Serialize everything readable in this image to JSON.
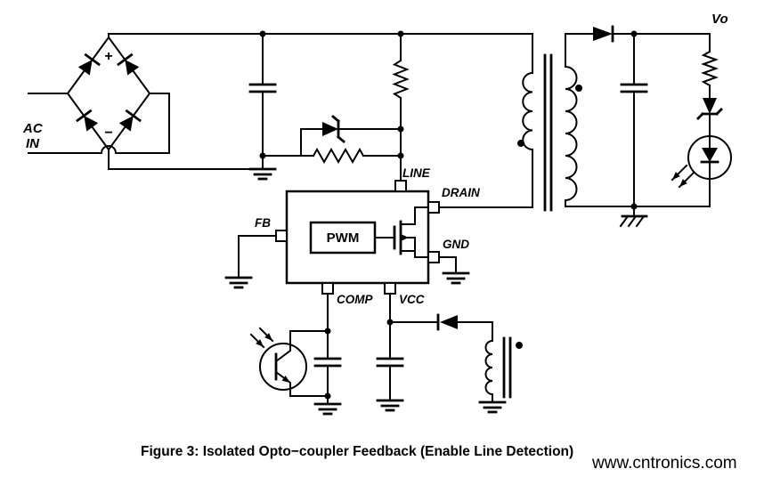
{
  "figure": {
    "caption": "Figure 3:  Isolated Opto−coupler Feedback (Enable Line Detection)",
    "watermark": "www.cntronics.com"
  },
  "labels": {
    "ac_line1": "AC",
    "ac_line2": "IN",
    "bridge_plus": "+",
    "bridge_minus": "−",
    "output": "Vo",
    "pwm_block": "PWM",
    "pin_line": "LINE",
    "pin_drain": "DRAIN",
    "pin_gnd": "GND",
    "pin_fb": "FB",
    "pin_comp": "COMP",
    "pin_vcc": "VCC"
  },
  "colors": {
    "wire": "#000000",
    "background": "#ffffff",
    "watermark": "#a4d4c2"
  }
}
